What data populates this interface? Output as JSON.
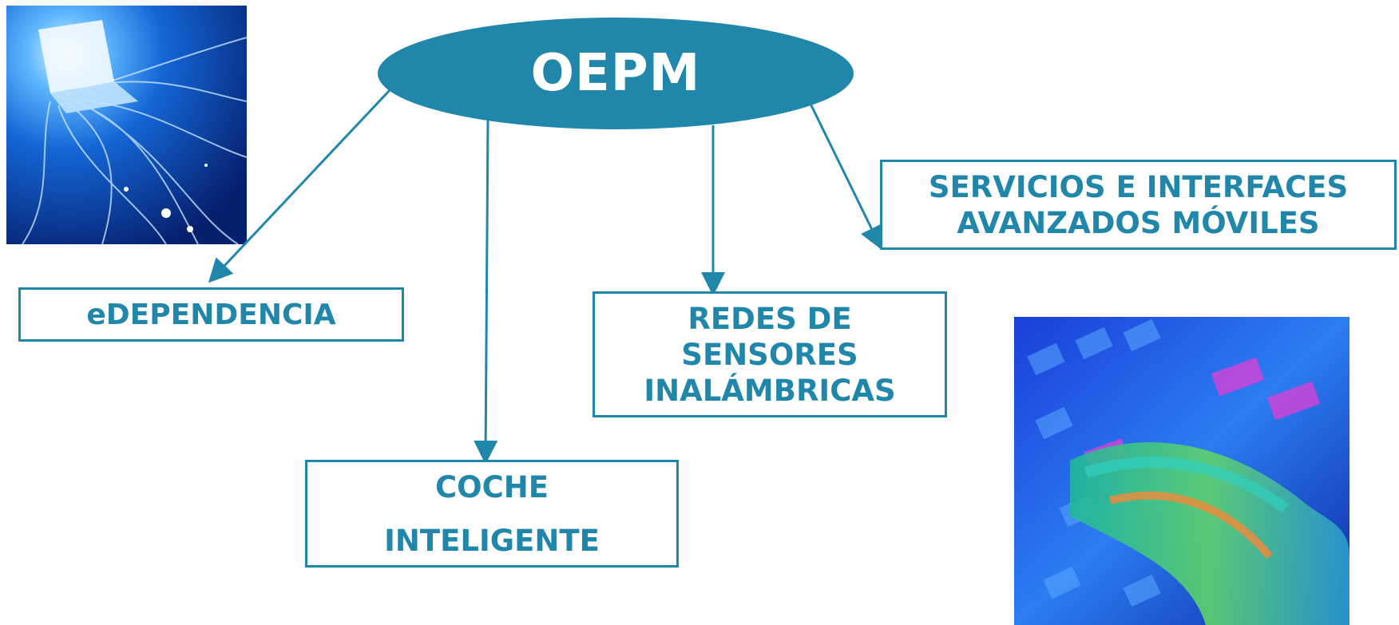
{
  "diagram": {
    "center": {
      "label": "OEPM"
    },
    "nodes": [
      {
        "id": "edependencia",
        "lines": [
          "eDEPENDENCIA"
        ]
      },
      {
        "id": "coche",
        "lines": [
          "COCHE",
          "INTELIGENTE"
        ]
      },
      {
        "id": "redes",
        "lines": [
          "REDES DE",
          "SENSORES",
          "INALÁMBRICAS"
        ]
      },
      {
        "id": "servicios",
        "lines": [
          "SERVICIOS E INTERFACES",
          "AVANZADOS MÓVILES"
        ]
      }
    ],
    "edges": [
      {
        "from": "OEPM",
        "to": "eDEPENDENCIA"
      },
      {
        "from": "OEPM",
        "to": "COCHE INTELIGENTE"
      },
      {
        "from": "OEPM",
        "to": "REDES DE SENSORES INALÁMBRICAS"
      },
      {
        "from": "OEPM",
        "to": "SERVICIOS E INTERFACES AVANZADOS MÓVILES"
      }
    ]
  },
  "images": [
    {
      "id": "laptop-network-image",
      "subject": "glowing laptop with light trails"
    },
    {
      "id": "keyboard-hand-image",
      "subject": "hand typing on colorful keyboard"
    }
  ],
  "colors": {
    "accent": "#2187aa",
    "background": "#ffffff",
    "ellipse_text": "#ffffff"
  }
}
